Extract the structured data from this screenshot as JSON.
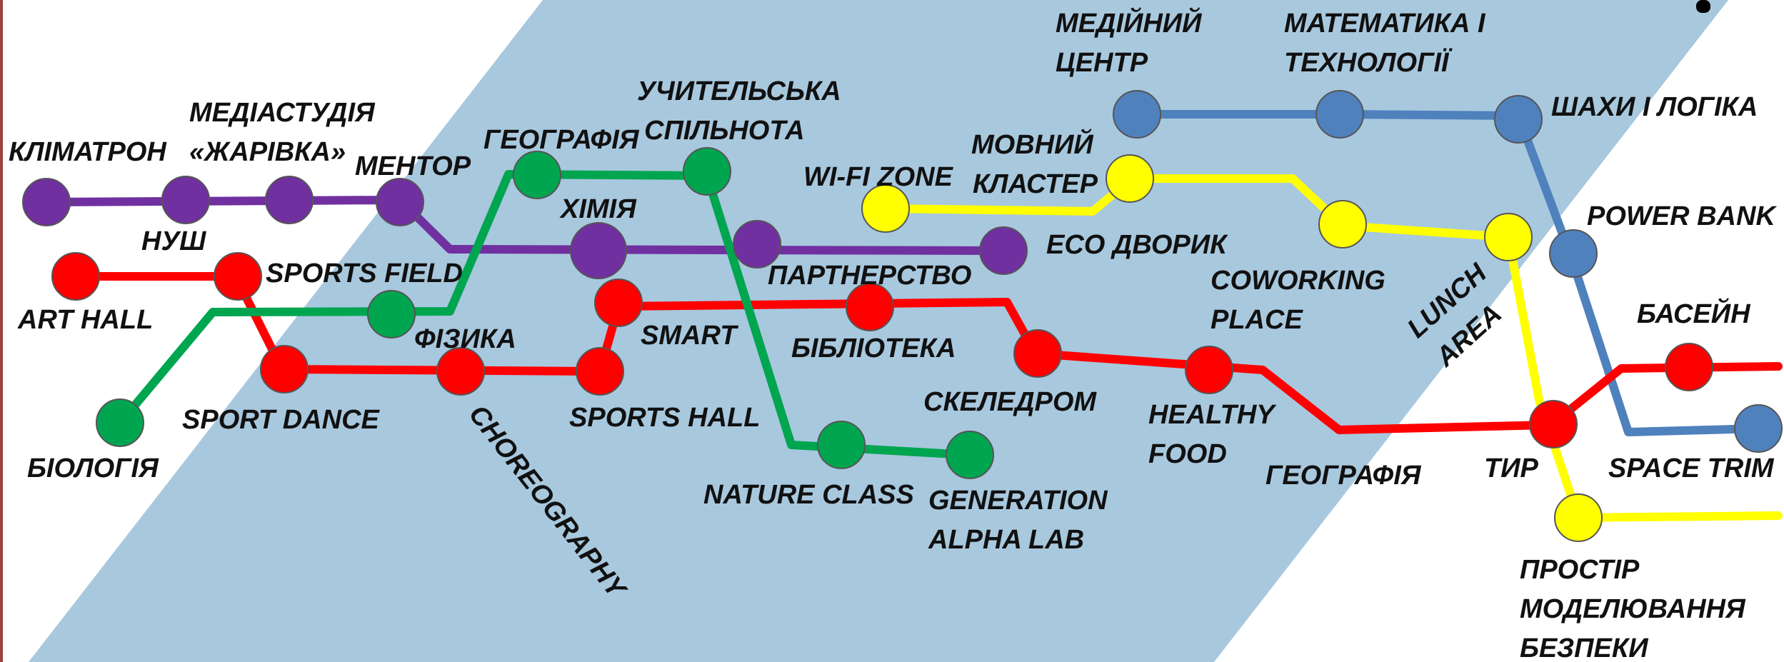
{
  "colors": {
    "background": "#ffffff",
    "band": "#a8c8de",
    "frame": "#a04040",
    "purple_line": "#7030a0",
    "red_line": "#ff0000",
    "green_line": "#00a550",
    "yellow_line": "#ffff00",
    "blue_line": "#4f81bd"
  },
  "lines": [
    {
      "name": "purple",
      "color": "#7030a0"
    },
    {
      "name": "red",
      "color": "#ff0000"
    },
    {
      "name": "green",
      "color": "#00a550"
    },
    {
      "name": "yellow",
      "color": "#ffff00"
    },
    {
      "name": "blue",
      "color": "#4f81bd"
    }
  ],
  "labels": {
    "klimatron": "КЛІМАТРОН",
    "mediastudio_1": "МЕДІАСТУДІЯ",
    "mediastudio_2": "«ЖАРІВКА»",
    "mentor": "МЕНТОР",
    "nush": "НУШ",
    "art_hall": "ART HALL",
    "sports_field": "SPORTS FIELD",
    "sport_dance": "SPORT DANCE",
    "biology": "БІОЛОГІЯ",
    "geography_top": "ГЕОГРАФІЯ",
    "teachers_1": "УЧИТЕЛЬСЬКА",
    "teachers_2": "СПІЛЬНОТА",
    "chemistry": "ХІМІЯ",
    "physics": "ФІЗИКА",
    "choreography": "CHOREOGRAPHY",
    "smart": "SMART",
    "sports_hall": "SPORTS HALL",
    "partnership": "ПАРТНЕРСТВО",
    "library": "БІБЛІОТЕКА",
    "wifi_zone": "WI-FI ZONE",
    "eco_yard": "ECO ДВОРИК",
    "nature_class": "NATURE CLASS",
    "generation_1": "GENERATION",
    "generation_2": "ALPHA LAB",
    "climbing": "СКЕЛЕДРОМ",
    "media_center_1": "МЕДІЙНИЙ",
    "media_center_2": "ЦЕНТР",
    "math_tech_1": "МАТЕМАТИКА І",
    "math_tech_2": "ТЕХНОЛОГІЇ",
    "language_1": "МОВНИЙ",
    "language_2": "КЛАСТЕР",
    "chess": "ШАХИ І ЛОГІКА",
    "power_bank": "POWER BANK",
    "coworking_1": "COWORKING",
    "coworking_2": "PLACE",
    "lunch_1": "LUNCH",
    "lunch_2": "AREA",
    "healthy_1": "HEALTHY",
    "healthy_2": "FOOD",
    "geography_bottom": "ГЕОГРАФІЯ",
    "shooting": "ТИР",
    "pool": "БАСЕЙН",
    "space_trim": "SPACE TRIM",
    "safety_1": "ПРОСТІР",
    "safety_2": "МОДЕЛЮВАННЯ",
    "safety_3": "БЕЗПЕКИ"
  }
}
